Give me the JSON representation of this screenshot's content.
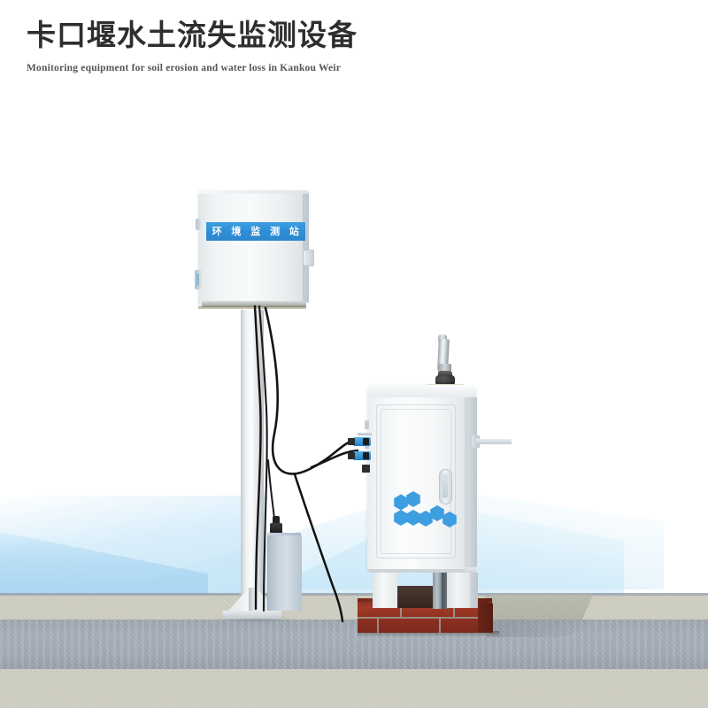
{
  "header": {
    "title_cn": "卡口堰水土流失监测设备",
    "title_en": "Monitoring equipment for soil erosion and water loss in Kankou Weir"
  },
  "scene": {
    "description_name": "soil-erosion-monitoring-equipment-render",
    "background": {
      "sky_color": "#ffffff",
      "haze_color": "#c7e6f6",
      "ground_color": "#cdccc0",
      "road_color": "#9aa3ad"
    }
  },
  "monitoring_station": {
    "name": "environment-monitoring-station-enclosure",
    "label_text": "环 境 监 测 站",
    "label_color": "#2f8fd6",
    "body_color": "#f4f7f8",
    "parts": {
      "hinge_top": "hinge-top",
      "hinge_bottom": "hinge-bottom",
      "latch": "door-latch",
      "side_panel": "side-panel"
    }
  },
  "mast": {
    "name": "support-mast-pole",
    "color": "#eef1f3",
    "base": "base-plate-with-gussets"
  },
  "control_box": {
    "name": "ground-control-box",
    "color": "#c6d2dc",
    "connector": "top-cable-connector"
  },
  "cabinet": {
    "name": "instrument-cabinet",
    "body_color": "#f6f8f9",
    "door": "front-access-door",
    "handle": "door-handle",
    "logo": {
      "name": "hexagon-honeycomb-logo",
      "color": "#3d9ee0",
      "hex_count": 7
    },
    "antenna": {
      "name": "antenna-mast",
      "color": "#d4dade",
      "base_color": "#1d1d1d"
    },
    "glands": [
      {
        "name": "cable-gland-upper",
        "color": "#1f7fc4"
      },
      {
        "name": "cable-gland-lower",
        "color": "#1f7fc4"
      }
    ],
    "side_rod": "side-mounted-bracket-rod",
    "legs": [
      "leg-left",
      "leg-right"
    ],
    "port": "small-black-port"
  },
  "pedestal": {
    "name": "brick-pedestal",
    "brick_color": "#8d3020",
    "mortar_color": "#9a9c96",
    "rows": 2
  },
  "cables": {
    "name": "signal-power-cables",
    "color": "#111111",
    "count": 4
  }
}
